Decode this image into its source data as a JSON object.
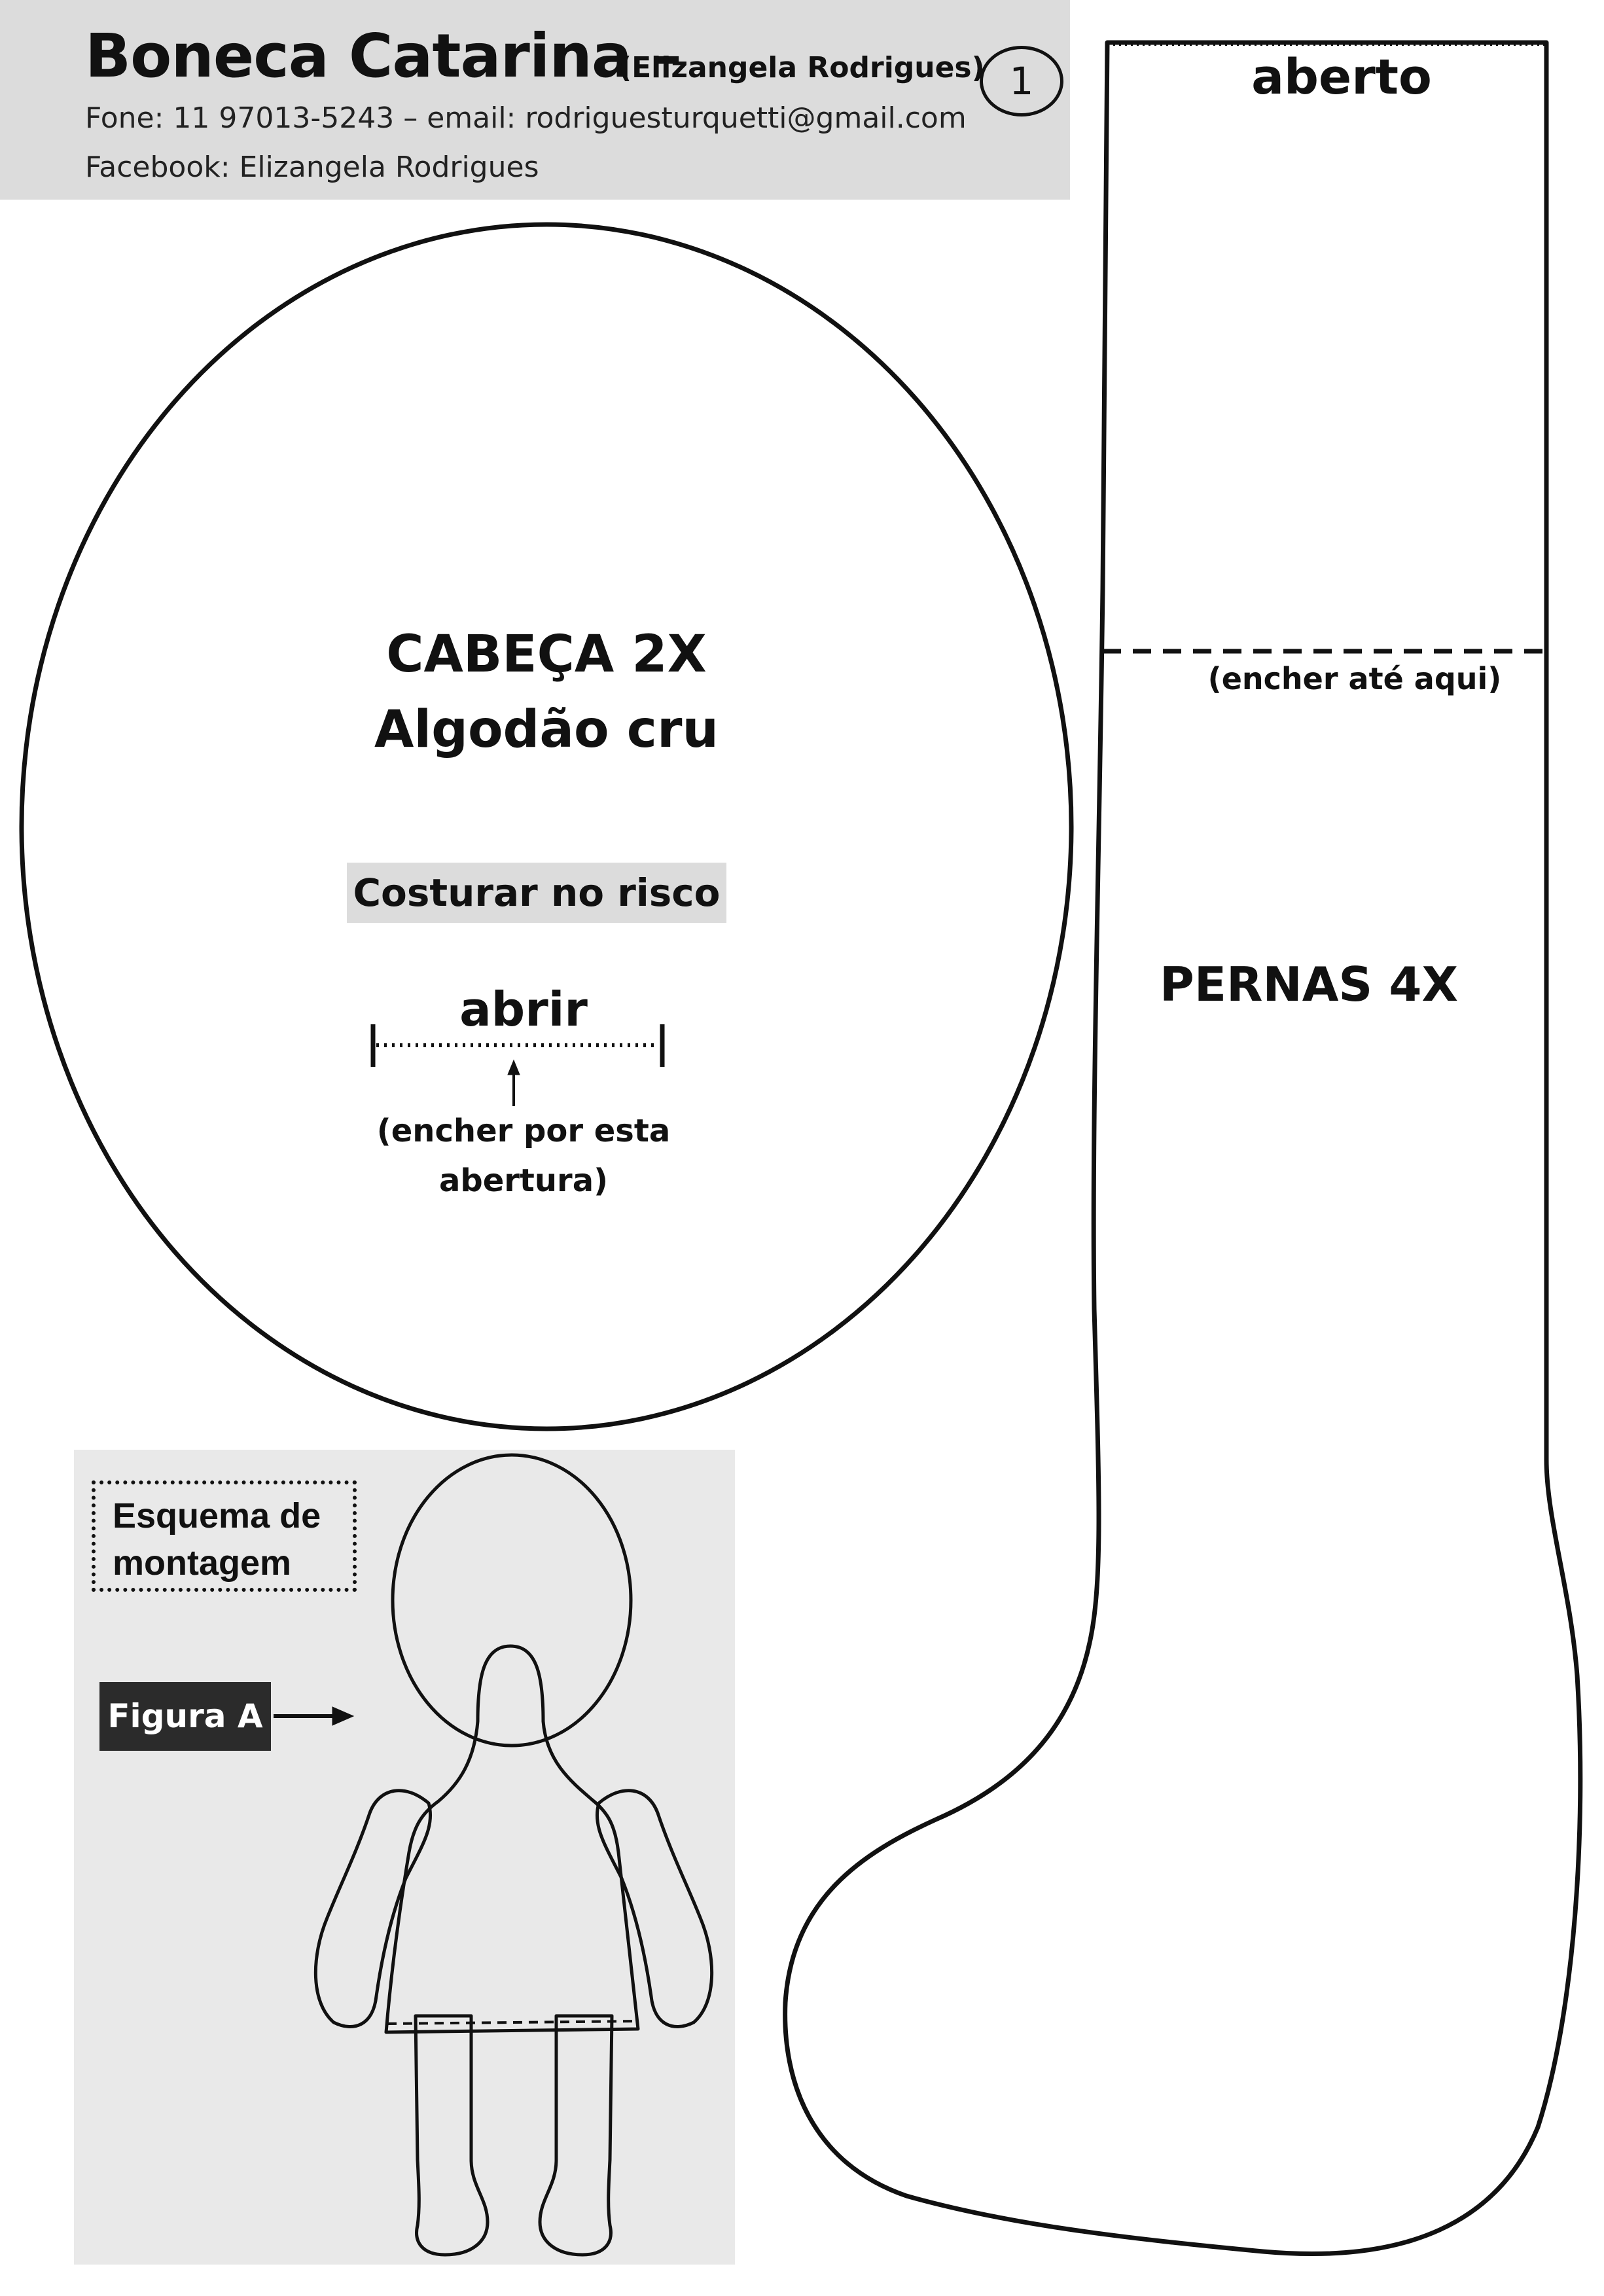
{
  "header": {
    "title": "Boneca Catarina –",
    "author": "(Elizangela Rodrigues)",
    "contact": "Fone: 11 97013-5243 – email: rodriguesturquetti@gmail.com",
    "facebook": "Facebook: Elizangela Rodrigues",
    "page_number": "1"
  },
  "head_piece": {
    "line1": "CABEÇA 2X",
    "line2": "Algodão cru",
    "sew_note": "Costurar  no risco",
    "open_label": "abrir",
    "fill_note": "(encher por esta abertura)"
  },
  "leg_piece": {
    "open_label": "aberto",
    "fill_note": "(encher até aqui)",
    "label": "PERNAS 4X"
  },
  "assembly": {
    "title": "Esquema de montagem",
    "figure_label": "Figura A"
  },
  "colors": {
    "header_bg": "#dcdcdc",
    "scheme_bg": "#e9e9e9",
    "figure_tag_bg": "#2b2b2b",
    "line": "#111111"
  }
}
